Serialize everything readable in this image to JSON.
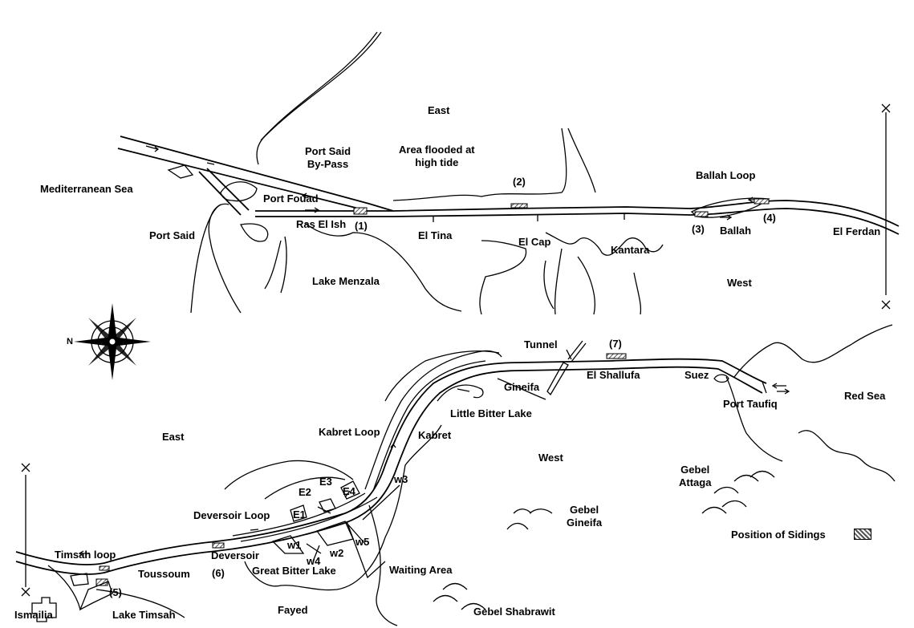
{
  "labels": {
    "east_top": "East",
    "port_said_bypass_1": "Port Said",
    "port_said_bypass_2": "By-Pass",
    "flooded_1": "Area flooded at",
    "flooded_2": "high tide",
    "siding_2": "(2)",
    "ballah_loop": "Ballah Loop",
    "mediterranean": "Mediterranean Sea",
    "port_fouad": "Port Fouad",
    "port_said": "Port Said",
    "ras_el_ish": "Ras El Ish",
    "siding_1": "(1)",
    "el_tina": "El Tina",
    "el_cap": "El Cap",
    "kantara": "Kantara",
    "siding_3": "(3)",
    "ballah": "Ballah",
    "siding_4": "(4)",
    "el_ferdan": "El Ferdan",
    "lake_menzala": "Lake Menzala",
    "west_top": "West",
    "tunnel": "Tunnel",
    "siding_7": "(7)",
    "el_shallufa": "El Shallufa",
    "suez": "Suez",
    "gineifa": "Gineifa",
    "port_taufiq": "Port Taufiq",
    "red_sea": "Red Sea",
    "little_bitter_lake": "Little Bitter Lake",
    "east_bottom": "East",
    "kabret_loop": "Kabret Loop",
    "kabret": "Kabret",
    "west_bottom": "West",
    "gebel_attaga_1": "Gebel",
    "gebel_attaga_2": "Attaga",
    "w3": "w3",
    "e3": "E3",
    "e2": "E2",
    "e4": "E4",
    "gebel_gineifa_1": "Gebel",
    "gebel_gineifa_2": "Gineifa",
    "deversoir_loop": "Deversoir Loop",
    "e1": "E1",
    "legend_sidings": "Position of Sidings",
    "timsah_loop": "Timsah loop",
    "deversoir": "Deversoir",
    "w1": "w1",
    "w2": "w2",
    "w5": "w5",
    "w4": "w4",
    "toussoum": "Toussoum",
    "siding_6": "(6)",
    "great_bitter_lake": "Great Bitter Lake",
    "waiting_area": "Waiting Area",
    "siding_5": "(5)",
    "ismailia": "Ismailia",
    "lake_timsah": "Lake Timsah",
    "fayed": "Fayed",
    "gebel_shabrawit": "Gebel Shabrawit",
    "compass_n": "N"
  },
  "colors": {
    "ink": "#000000",
    "background": "#ffffff",
    "siding_hatch": "#555555"
  }
}
